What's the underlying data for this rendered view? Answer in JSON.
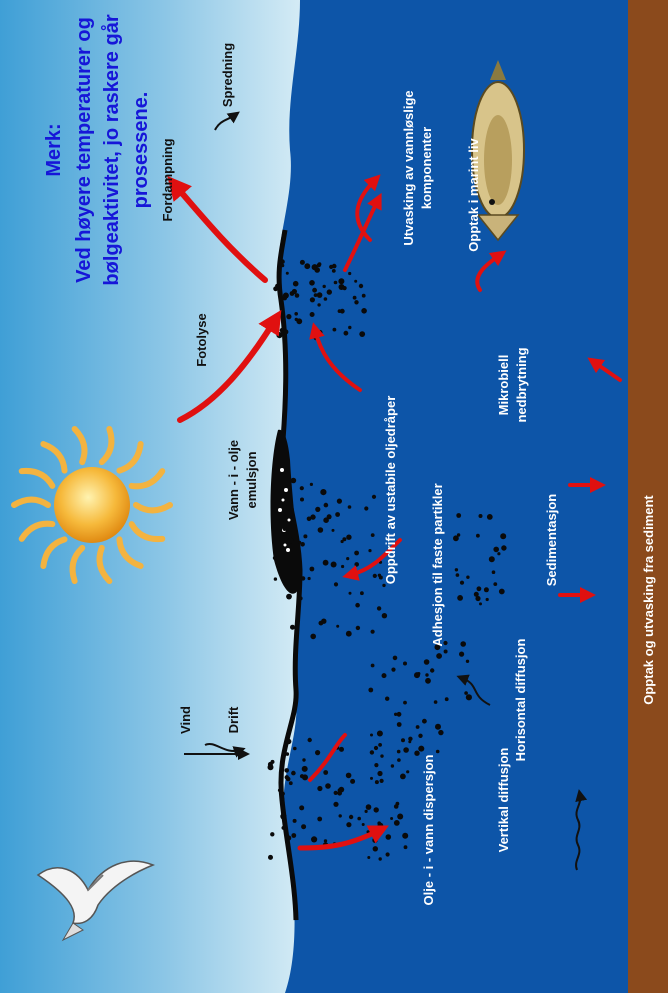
{
  "note": {
    "line1": "Merk:",
    "line2": "Ved høyere temperaturer og",
    "line3": "bølgeaktivitet, jo raskere går",
    "line4": "prosessene."
  },
  "labels": {
    "fordampning": "Fordampning",
    "spredning": "Spredning",
    "fotolyse": "Fotolyse",
    "emulsjon1": "Vann - i - olje",
    "emulsjon2": "emulsjon",
    "vind": "Vind",
    "drift": "Drift",
    "utvasking1": "Utvasking av vannløslige",
    "utvasking2": "komponenter",
    "opptak_marint": "Opptak i marint liv",
    "oppdrift": "Oppdrift av ustabile oljedråper",
    "mikrobiell1": "Mikrobiell",
    "mikrobiell2": "nedbrytning",
    "adhesjon": "Adhesjon til faste partikler",
    "sedimentasjon": "Sedimentasjon",
    "horisontal": "Horisontal diffusjon",
    "vertikal": "Vertikal diffusjon",
    "dispersjon": "Olje - i - vann dispersjon",
    "sediment": "Opptak og utvasking fra sediment"
  },
  "colors": {
    "sky_top": "#cfe6f2",
    "sky_bottom": "#3f9fd6",
    "sea": "#0d55a8",
    "sediment": "#8b4a1c",
    "note": "#1616d8",
    "arrow": "#e01010",
    "text_dark": "#111111",
    "text_light": "#ffffff"
  }
}
